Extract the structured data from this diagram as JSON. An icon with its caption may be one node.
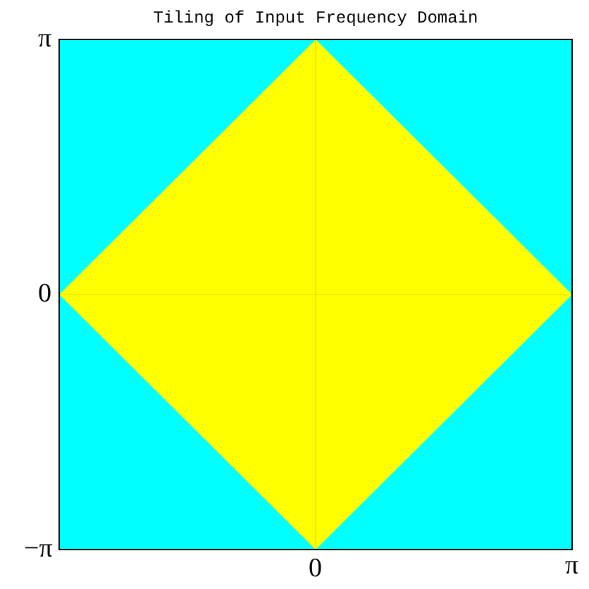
{
  "diagram": {
    "title": "Tiling of Input Frequency Domain",
    "labels": [
      "π",
      "0",
      "−π",
      "0",
      "π"
    ]
  }
}
